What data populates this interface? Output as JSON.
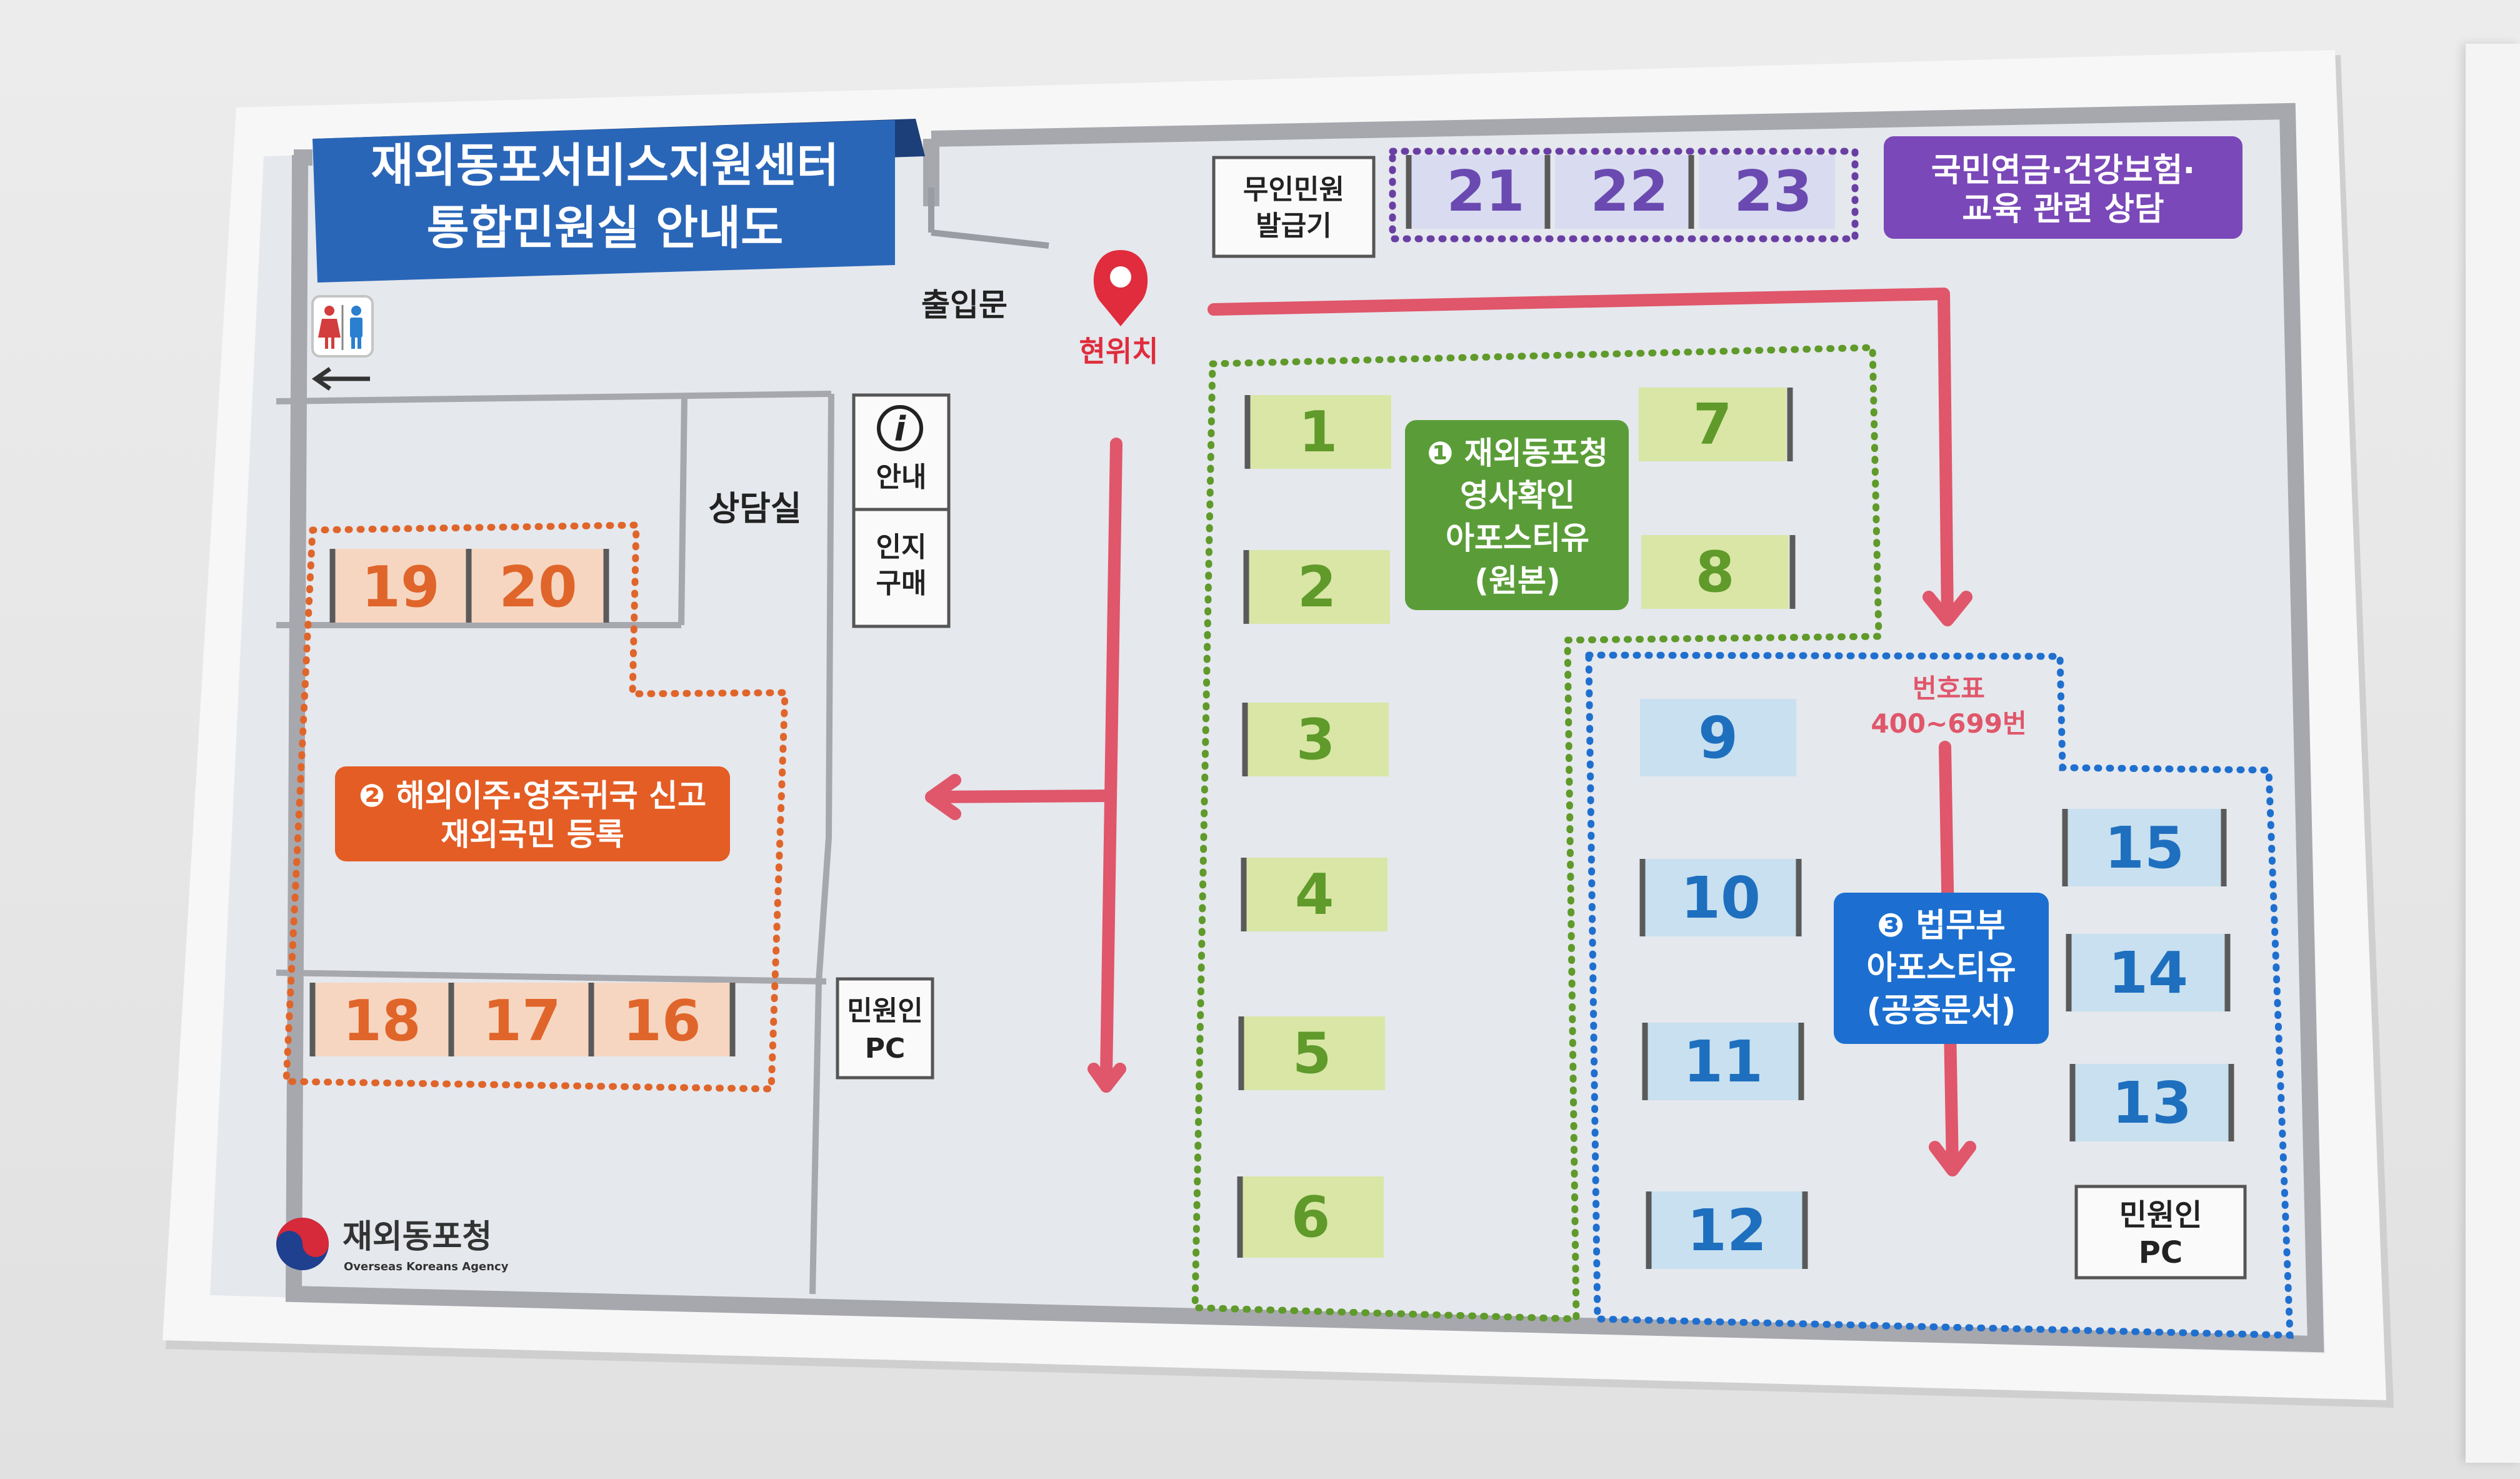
{
  "title": {
    "line1": "재외동포서비스지원센터",
    "line2": "통합민원실 안내도"
  },
  "labels": {
    "entrance": "출입문",
    "current_location": "현위치",
    "counseling_room": "상담실",
    "info": "안내",
    "info_icon": "i",
    "stamp_line1": "인지",
    "stamp_line2": "구매",
    "kiosk_line1": "무인민원",
    "kiosk_line2": "발급기",
    "pc_left_line1": "민원인",
    "pc_left_line2": "PC",
    "pc_right_line1": "민원인",
    "pc_right_line2": "PC",
    "ticket_line1": "번호표",
    "ticket_line2": "400~699번"
  },
  "zones": {
    "zone1": {
      "line1": "❶ 재외동포청",
      "line2": "영사확인",
      "line3": "아포스티유",
      "line4": "(원본)"
    },
    "zone2": {
      "line1": "❷ 해외이주·영주귀국 신고",
      "line2": "재외국민 등록"
    },
    "zone3": {
      "line1": "❸ 법무부",
      "line2": "아포스티유",
      "line3": "(공증문서)"
    },
    "pension": {
      "line1": "국민연금·건강보험·",
      "line2": "교육 관련 상담"
    }
  },
  "counters": {
    "c1": "1",
    "c2": "2",
    "c3": "3",
    "c4": "4",
    "c5": "5",
    "c6": "6",
    "c7": "7",
    "c8": "8",
    "c9": "9",
    "c10": "10",
    "c11": "11",
    "c12": "12",
    "c13": "13",
    "c14": "14",
    "c15": "15",
    "c16": "16",
    "c17": "17",
    "c18": "18",
    "c19": "19",
    "c20": "20",
    "c21": "21",
    "c22": "22",
    "c23": "23"
  },
  "logo": {
    "name": "재외동포청",
    "english": "Overseas Koreans Agency"
  },
  "icons": [
    "restroom-icon",
    "arrow-left-icon",
    "location-pin-icon",
    "info-icon"
  ],
  "colors": {
    "title_blue": "#2a66b8",
    "green_fill": "#d9e6a6",
    "green_text": "#5f9a2a",
    "orange_fill": "#f6d7c2",
    "orange_text": "#e0652a",
    "blue_fill": "#c8e0ef",
    "blue_text": "#1f6fbf",
    "purple_fill": "#dcdff0",
    "purple_text": "#6a4ab0",
    "route_red": "#e0566a"
  }
}
